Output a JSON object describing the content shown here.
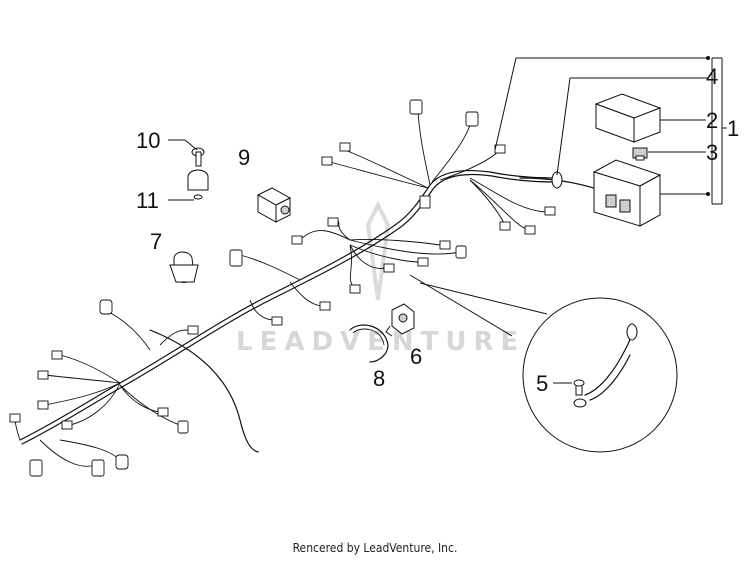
{
  "diagram": {
    "callouts": {
      "c1": "1",
      "c2": "2",
      "c3": "3",
      "c4": "4",
      "c5": "5",
      "c6": "6",
      "c7": "7",
      "c8": "8",
      "c9": "9",
      "c10": "10",
      "c11": "11"
    },
    "watermark": "LEADVENTURE"
  },
  "footer": {
    "credit": "Rencered by LeadVenture, Inc."
  }
}
